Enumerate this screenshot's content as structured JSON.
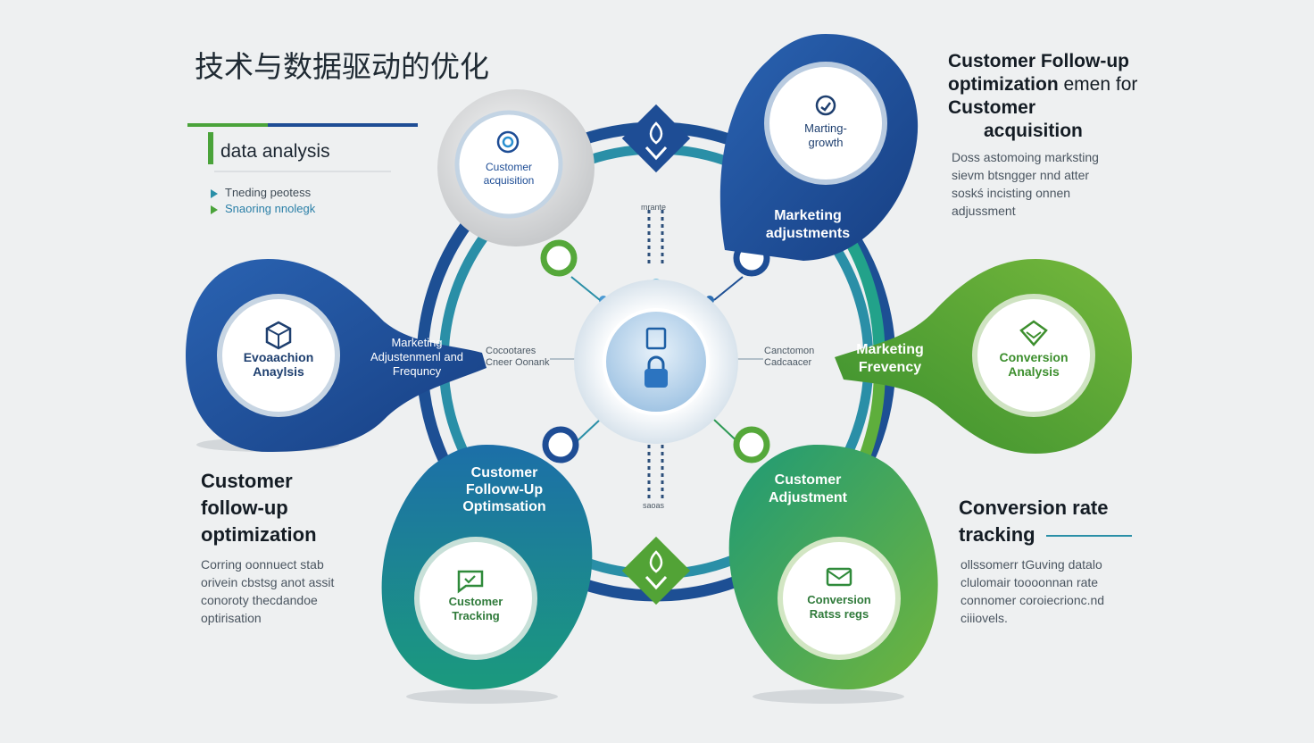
{
  "title": "技术与数据驱动的优化",
  "top_right": {
    "heading_line1": "Customer Follow-up",
    "heading_line2_bold": "optimization",
    "heading_line2_rest": " emen for",
    "heading_line3": "Customer",
    "heading_line4": "acquisition",
    "body": [
      "Doss astomoing marksting",
      "sievm btsngger nnd atter",
      "soskś incisting onnen",
      "adjussment"
    ]
  },
  "data_analysis": {
    "heading": "data analysis",
    "bullets": [
      "Tneding peotess",
      "Snaoring nnolegk"
    ]
  },
  "left_bottom": {
    "heading": [
      "Customer",
      "follow-up",
      "optimization"
    ],
    "body": [
      "Corring oonnuect stab",
      "orivein cbstsg anot assit",
      "conoroty thecdandoe",
      "optirisation"
    ]
  },
  "right_bottom": {
    "heading": [
      "Conversion rate",
      "tracking"
    ],
    "body": [
      "ollssomerr tGuving datalo",
      "clulomair toooonnan rate",
      "connomer coroiecrionc.nd",
      "ciiiovels."
    ]
  },
  "nodes": {
    "customer_acquisition": [
      "Customer",
      "acquisition"
    ],
    "marketing_growth": [
      "Marting-",
      "growth"
    ],
    "marketing_adjustments": [
      "Marketing",
      "adjustments"
    ],
    "evaluation_analysis": [
      "Evoaachion",
      "Anaylsis"
    ],
    "marketing_frequency_left": [
      "Marketing",
      "Adjustenmenl and",
      "Frequncy"
    ],
    "marketing_frequency_right": [
      "Marketing",
      "Frevency"
    ],
    "conversion_analysis": [
      "Conversion",
      "Analysis"
    ],
    "customer_followup": [
      "Customer",
      "Follovw-Up",
      "Optimsation"
    ],
    "customer_tracking": [
      "Customer",
      "Tracking"
    ],
    "customer_adjustment": [
      "Customer",
      "Adjustment"
    ],
    "conversion_rates": [
      "Conversion",
      "Ratss regs"
    ]
  },
  "center": {
    "left_label": [
      "Cocootares",
      "Cneer Oonank"
    ],
    "right_label": [
      "Canctomon",
      "Cadcaacer"
    ],
    "top_label": "mrante",
    "bottom_label": "saoas"
  },
  "colors": {
    "navy": "#1e4d95",
    "teal": "#1c8f8a",
    "green": "#5da73a",
    "accent_green": "#4aa33a"
  },
  "icons": {
    "customer_acquisition": "target-icon",
    "marketing_growth": "gauge-icon",
    "evaluation_analysis": "box-icon",
    "conversion_analysis": "handshake-icon",
    "customer_tracking": "chat-check-icon",
    "conversion_rates": "envelope-icon",
    "center": "lock-icon",
    "diamond_top": "leaf-down-icon",
    "diamond_bottom": "leaf-down-icon"
  }
}
